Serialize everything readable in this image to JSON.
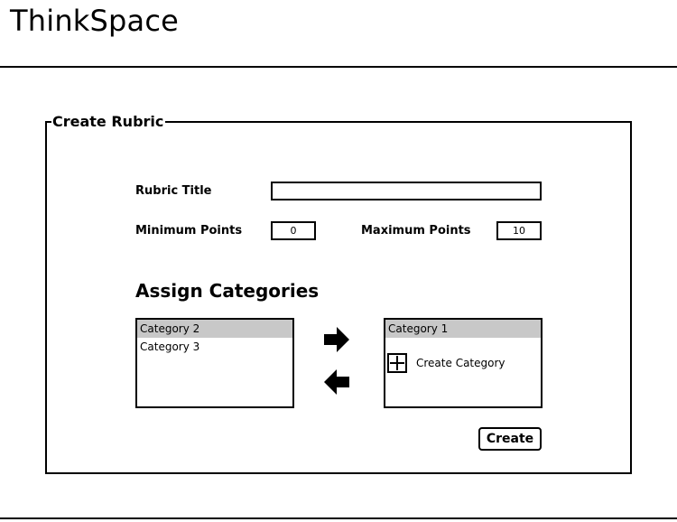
{
  "app": {
    "title": "ThinkSpace"
  },
  "form": {
    "legend": "Create Rubric",
    "rubric_title_label": "Rubric Title",
    "rubric_title_value": "",
    "min_points_label": "Minimum Points",
    "min_points_value": "0",
    "max_points_label": "Maximum Points",
    "max_points_value": "10"
  },
  "categories": {
    "heading": "Assign Categories",
    "available": [
      {
        "label": "Category 2",
        "selected": true
      },
      {
        "label": "Category 3",
        "selected": false
      }
    ],
    "assigned": [
      {
        "label": "Category 1",
        "selected": true
      }
    ],
    "create_category_label": "Create Category",
    "move_right_icon": "arrow-right-icon",
    "move_left_icon": "arrow-left-icon"
  },
  "actions": {
    "create_label": "Create"
  },
  "colors": {
    "selected_row": "#c8c8c8",
    "border": "#000000"
  }
}
